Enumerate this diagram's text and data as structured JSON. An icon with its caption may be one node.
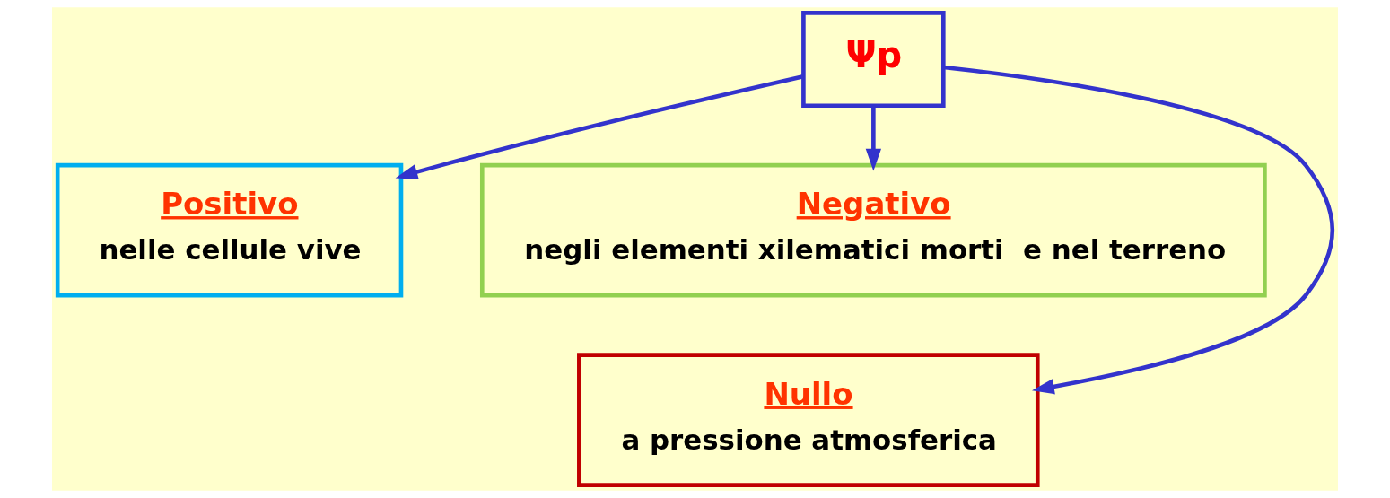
{
  "diagram": {
    "nodes": [
      {
        "text": [
          "Ψp"
        ]
      },
      {
        "text": [
          "Positivo",
          "nelle cellule vive"
        ]
      },
      {
        "text": [
          "Negativo",
          "negli elementi xilematici morti  e nel terreno"
        ]
      },
      {
        "text": [
          "Nullo",
          "a pressione atmosferica"
        ]
      }
    ],
    "edges": [
      {
        "from": 0,
        "to": 1,
        "arrow": "to"
      },
      {
        "from": 0,
        "to": 2,
        "arrow": "to"
      },
      {
        "from": 0,
        "to": 3,
        "arrow": "to"
      }
    ]
  }
}
